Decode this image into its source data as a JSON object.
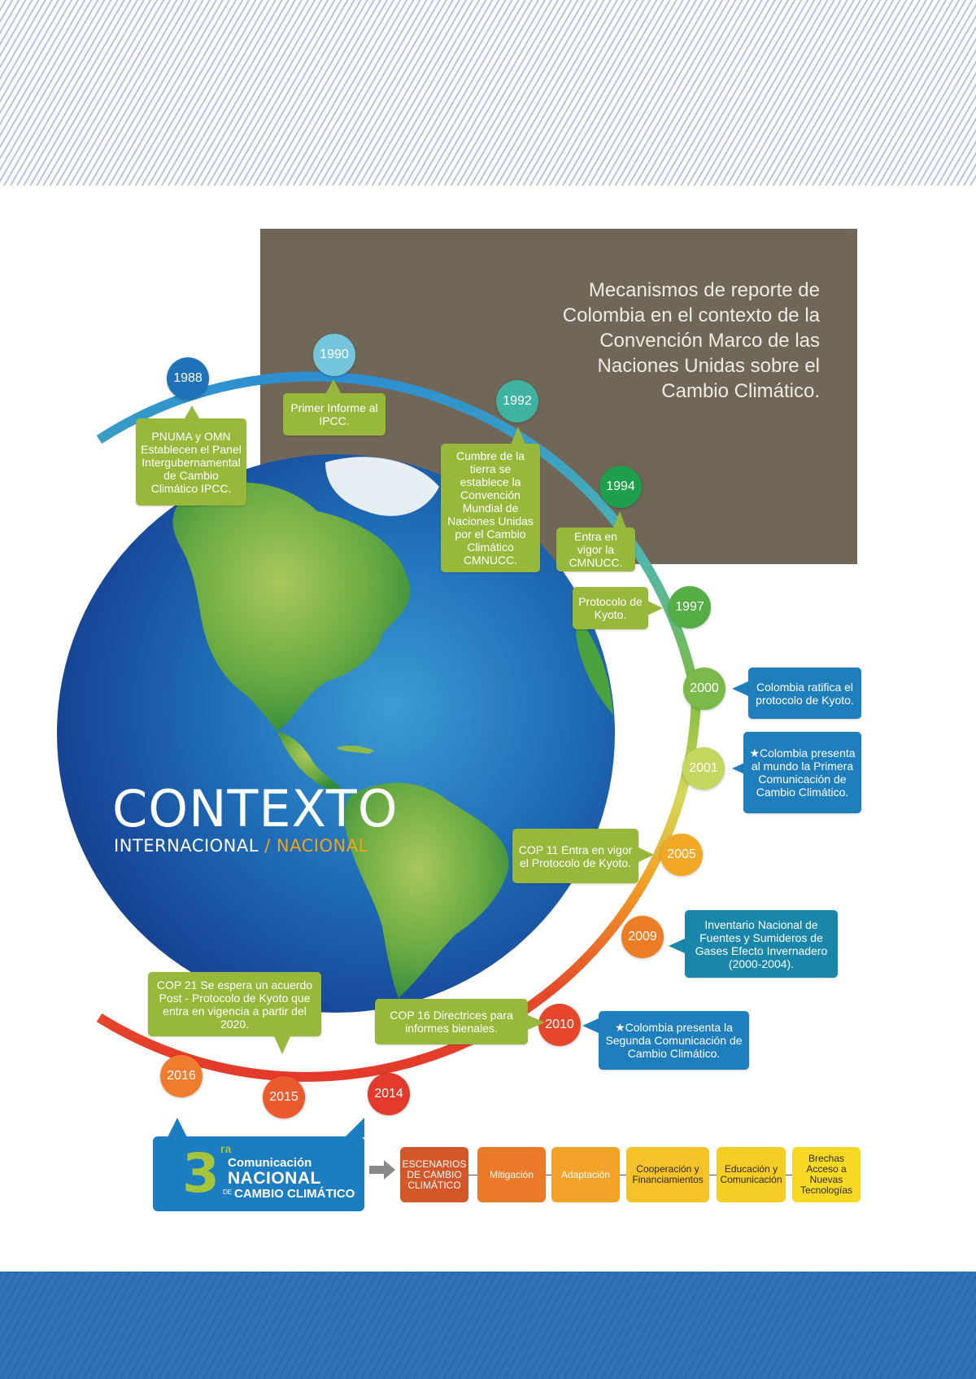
{
  "header": {
    "title": "Mecanismos de reporte de Colombia en el contexto de la Convención Marco de las Naciones Unidas sobre el Cambio Climático."
  },
  "center": {
    "title": "CONTEXTO",
    "sub_left": "INTERNACIONAL",
    "sub_sep": "/",
    "sub_right": "NACIONAL"
  },
  "colors": {
    "green_box": "#98b83c",
    "blue_box": "#1f7fbd",
    "teal_box": "#1a86a9"
  },
  "timeline": [
    {
      "year": "1988",
      "color": "#1f72b8",
      "text": "PNUMA y OMN Establecen el Panel Intergubernamental de Cambio Climático IPCC.",
      "star": false
    },
    {
      "year": "1990",
      "color": "#75c6dd",
      "text": "Primer Informe al IPCC.",
      "star": false
    },
    {
      "year": "1992",
      "color": "#3fb3a0",
      "text": "Cumbre de la tierra se establece la Convención Mundial de Naciones Unidas por el Cambio Climático CMNUCC.",
      "star": false
    },
    {
      "year": "1994",
      "color": "#1e9f4b",
      "text": "Entra en vigor la CMNUCC.",
      "star": false
    },
    {
      "year": "1997",
      "color": "#55ad46",
      "text": "Protocolo de Kyoto.",
      "star": false
    },
    {
      "year": "2000",
      "color": "#7cb94b",
      "text": "Colombia ratifica el protocolo de Kyoto.",
      "star": false
    },
    {
      "year": "2001",
      "color": "#c4d660",
      "text": "Colombia presenta al mundo la Primera Comunicación de Cambio Climático.",
      "star": true
    },
    {
      "year": "2005",
      "color": "#f3a825",
      "text": "COP 11 Entra en vigor el Protocolo de Kyoto.",
      "star": false
    },
    {
      "year": "2009",
      "color": "#ec7c26",
      "text": "Inventario Nacional de Fuentes y Sumideros de Gases Efecto Invernadero (2000-2004).",
      "star": false
    },
    {
      "year": "2010",
      "color": "#e6472a",
      "text": "Colombia presenta la Segunda Comunicación de Cambio Climático.",
      "star": true
    },
    {
      "year": "2014",
      "color": "#e23a2c",
      "text": "COP 16 Directrices para informes bienales.",
      "star": false
    },
    {
      "year": "2015",
      "color": "#ea5a2c",
      "text": "COP 21 Se espera un acuerdo Post - Protocolo de Kyoto que entra en vigencia a partir del 2020.",
      "star": false
    },
    {
      "year": "2016",
      "color": "#f07c2e",
      "text": "",
      "star": false
    }
  ],
  "star_glyph": "★",
  "third_comm": {
    "number": "3",
    "ordinal": "ra",
    "line1": "Comunicación",
    "line2": "NACIONAL",
    "line3_prefix": "DE",
    "line3": "CAMBIO CLIMÁTICO"
  },
  "flow": [
    {
      "label": "ESCENARIOS DE CAMBIO CLIMÁTICO",
      "color": "#d4572a"
    },
    {
      "label": "Mitigación",
      "color": "#ea7a28"
    },
    {
      "label": "Adaptación",
      "color": "#f2a129"
    },
    {
      "label": "Cooperación y Financiamientos",
      "color": "#f6c22a"
    },
    {
      "label": "Educación y Comunicación",
      "color": "#f6cd24"
    },
    {
      "label": "Brechas Acceso a Nuevas Tecnologías",
      "color": "#f7d924"
    }
  ]
}
